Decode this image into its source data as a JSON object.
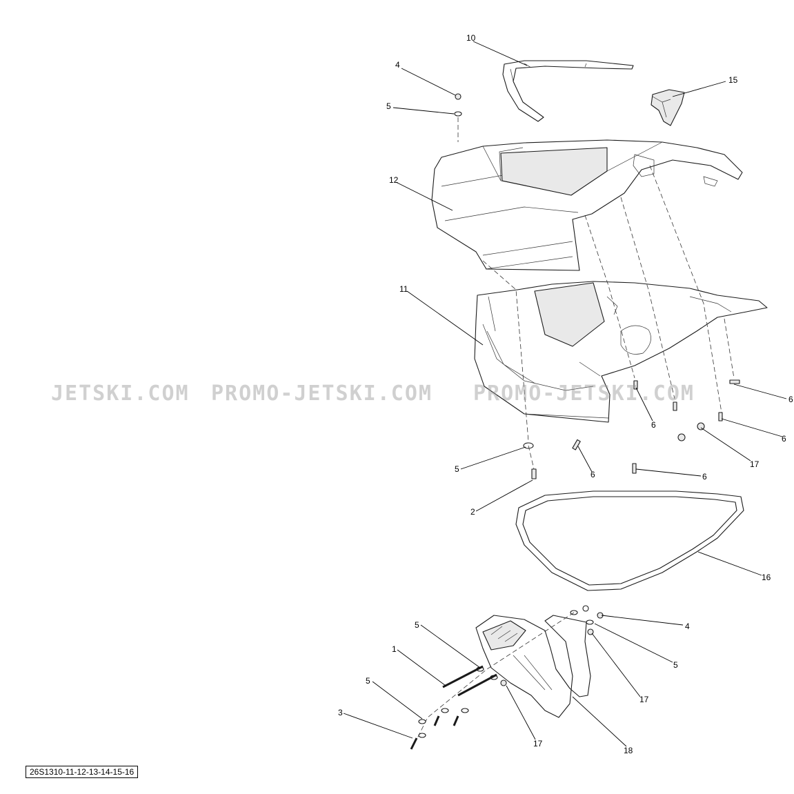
{
  "diagram": {
    "reference_code": "26S1310-11-12-13-14-15-16",
    "watermarks": [
      "JETSKI.COM",
      "PROMO-JETSKI.COM",
      "PROMO-JETSKI.COM"
    ],
    "callouts": [
      {
        "id": "c10",
        "label": "10"
      },
      {
        "id": "c4a",
        "label": "4"
      },
      {
        "id": "c15",
        "label": "15"
      },
      {
        "id": "c5a",
        "label": "5"
      },
      {
        "id": "c12",
        "label": "12"
      },
      {
        "id": "c11",
        "label": "11"
      },
      {
        "id": "c6a",
        "label": "6"
      },
      {
        "id": "c6b",
        "label": "6"
      },
      {
        "id": "c6c",
        "label": "6"
      },
      {
        "id": "c17a",
        "label": "17"
      },
      {
        "id": "c5b",
        "label": "5"
      },
      {
        "id": "c6d",
        "label": "6"
      },
      {
        "id": "c6e",
        "label": "6"
      },
      {
        "id": "c2",
        "label": "2"
      },
      {
        "id": "c16",
        "label": "16"
      },
      {
        "id": "c4b",
        "label": "4"
      },
      {
        "id": "c5c",
        "label": "5"
      },
      {
        "id": "c5d",
        "label": "5"
      },
      {
        "id": "c1",
        "label": "1"
      },
      {
        "id": "c17b",
        "label": "17"
      },
      {
        "id": "c5e",
        "label": "5"
      },
      {
        "id": "c3",
        "label": "3"
      },
      {
        "id": "c17c",
        "label": "17"
      },
      {
        "id": "c18",
        "label": "18"
      }
    ]
  }
}
